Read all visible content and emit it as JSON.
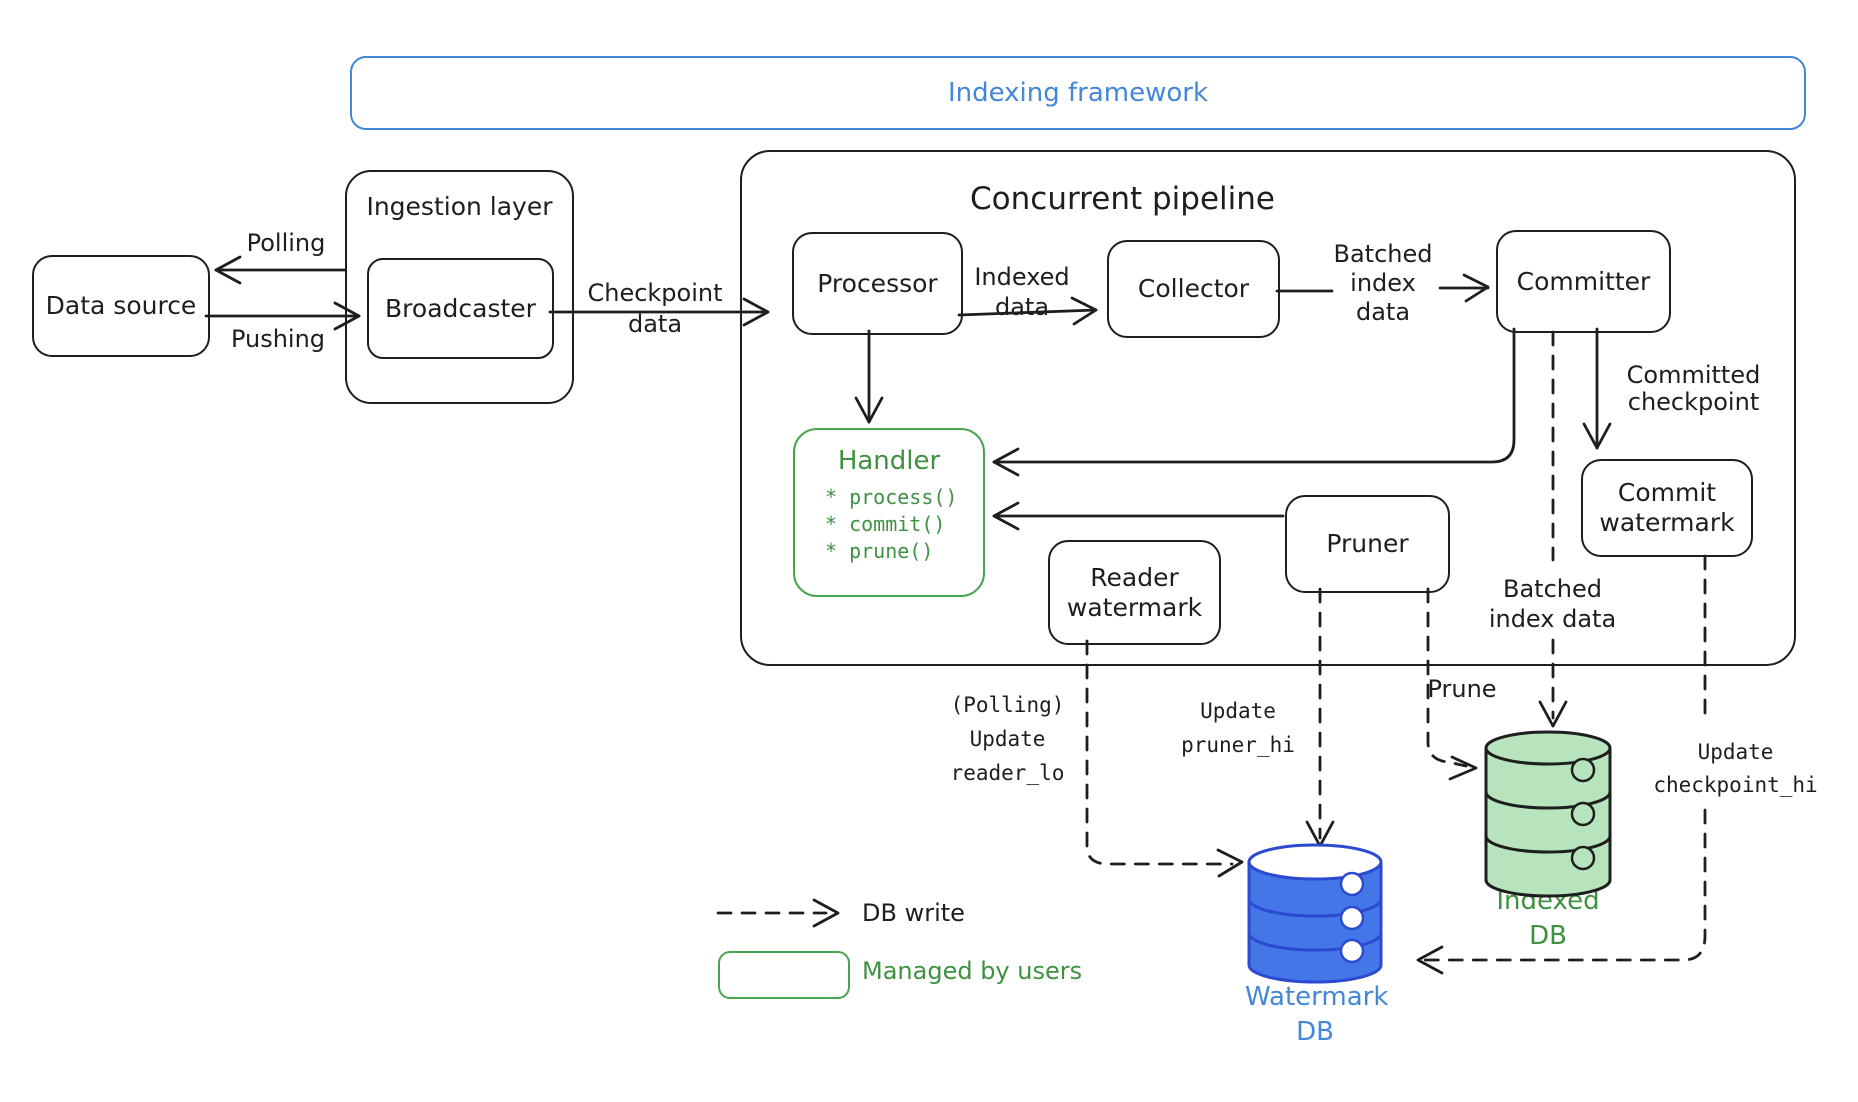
{
  "framework": {
    "title": "Indexing framework"
  },
  "data_source": {
    "label": "Data source"
  },
  "ingestion": {
    "title": "Ingestion layer",
    "broadcaster": "Broadcaster"
  },
  "pipeline": {
    "title": "Concurrent pipeline",
    "processor": "Processor",
    "collector": "Collector",
    "committer": "Committer",
    "commit_watermark": [
      "Commit",
      "watermark"
    ],
    "pruner": "Pruner",
    "reader_watermark": [
      "Reader",
      "watermark"
    ],
    "handler": {
      "title": "Handler",
      "methods": [
        "* process()",
        "* commit()",
        "* prune()"
      ]
    }
  },
  "edges": {
    "polling": "Polling",
    "pushing": "Pushing",
    "checkpoint_data": [
      "Checkpoint",
      "data"
    ],
    "indexed_data": [
      "Indexed",
      "data"
    ],
    "batched_index_data": [
      "Batched",
      "index",
      "data"
    ],
    "committed_checkpoint": [
      "Committed",
      "checkpoint"
    ],
    "batched_index_data_2": [
      "Batched",
      "index data"
    ],
    "prune": "Prune",
    "update_reader_lo": [
      "(Polling)",
      "Update",
      "reader_lo"
    ],
    "update_pruner_hi": [
      "Update",
      "pruner_hi"
    ],
    "update_checkpoint_hi": [
      "Update",
      "checkpoint_hi"
    ]
  },
  "databases": {
    "watermark_db": [
      "Watermark",
      "DB"
    ],
    "indexed_db": [
      "Indexed",
      "DB"
    ]
  },
  "legend": {
    "db_write": "DB write",
    "managed_by_users": "Managed by users"
  },
  "colors": {
    "ink": "#1e1e1e",
    "blue": "#4387d7",
    "green_stroke": "#4aa44e",
    "green_text": "#3f9142",
    "db_blue_fill": "#4476e8",
    "db_blue_stroke": "#2b4ad0",
    "db_green_fill": "#b7e4bc"
  }
}
